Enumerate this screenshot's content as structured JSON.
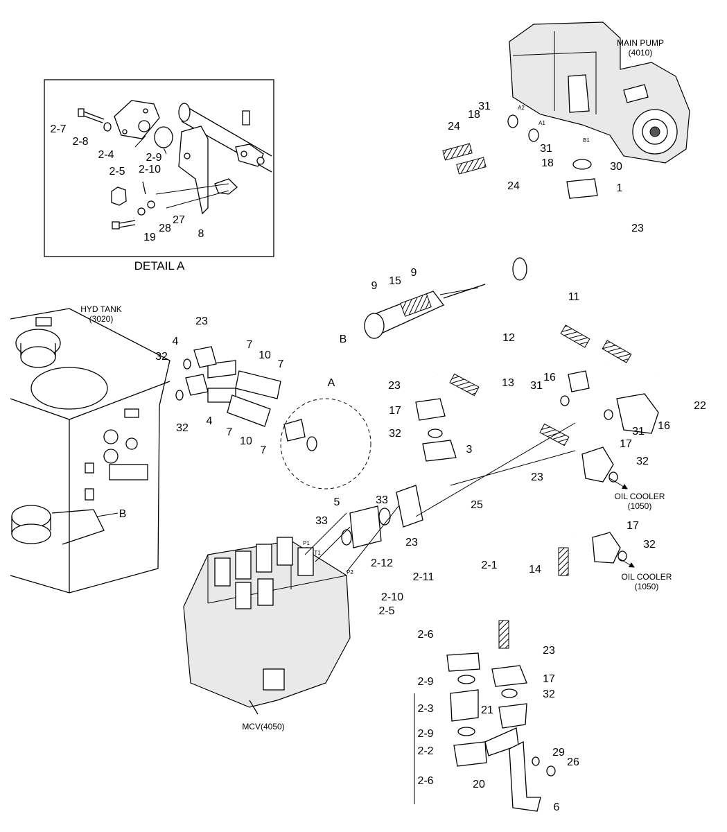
{
  "detail_title": "DETAIL A",
  "detail_marker": "A",
  "components": {
    "main_pump": {
      "name": "MAIN PUMP",
      "code": "(4010)"
    },
    "hyd_tank": {
      "name": "HYD TANK",
      "code": "(3020)"
    },
    "mcv": {
      "name": "MCV(4050)"
    },
    "oil_cooler_1": {
      "name": "OIL COOLER",
      "code": "(1050)"
    },
    "oil_cooler_2": {
      "name": "OIL COOLER",
      "code": "(1050)"
    }
  },
  "ports": [
    "A2",
    "A1",
    "B1",
    "P1",
    "T1",
    "P2"
  ],
  "detail_callouts": [
    "2-7",
    "2-8",
    "2-4",
    "2-9",
    "2-5",
    "2-10",
    "28",
    "27",
    "19",
    "8"
  ],
  "callouts": [
    "31",
    "18",
    "24",
    "31",
    "18",
    "30",
    "24",
    "1",
    "23",
    "9",
    "15",
    "9",
    "11",
    "B",
    "12",
    "23",
    "4",
    "32",
    "7",
    "10",
    "7",
    "32",
    "4",
    "7",
    "10",
    "7",
    "A",
    "23",
    "16",
    "31",
    "13",
    "17",
    "32",
    "3",
    "31",
    "16",
    "22",
    "17",
    "23",
    "32",
    "B",
    "5",
    "33",
    "25",
    "33",
    "23",
    "17",
    "32",
    "2-12",
    "2-11",
    "2-1",
    "2-10",
    "2-5",
    "14",
    "2-6",
    "23",
    "17",
    "32",
    "2-9",
    "2-3",
    "21",
    "2-9",
    "2-2",
    "29",
    "26",
    "2-6",
    "20",
    "6"
  ]
}
